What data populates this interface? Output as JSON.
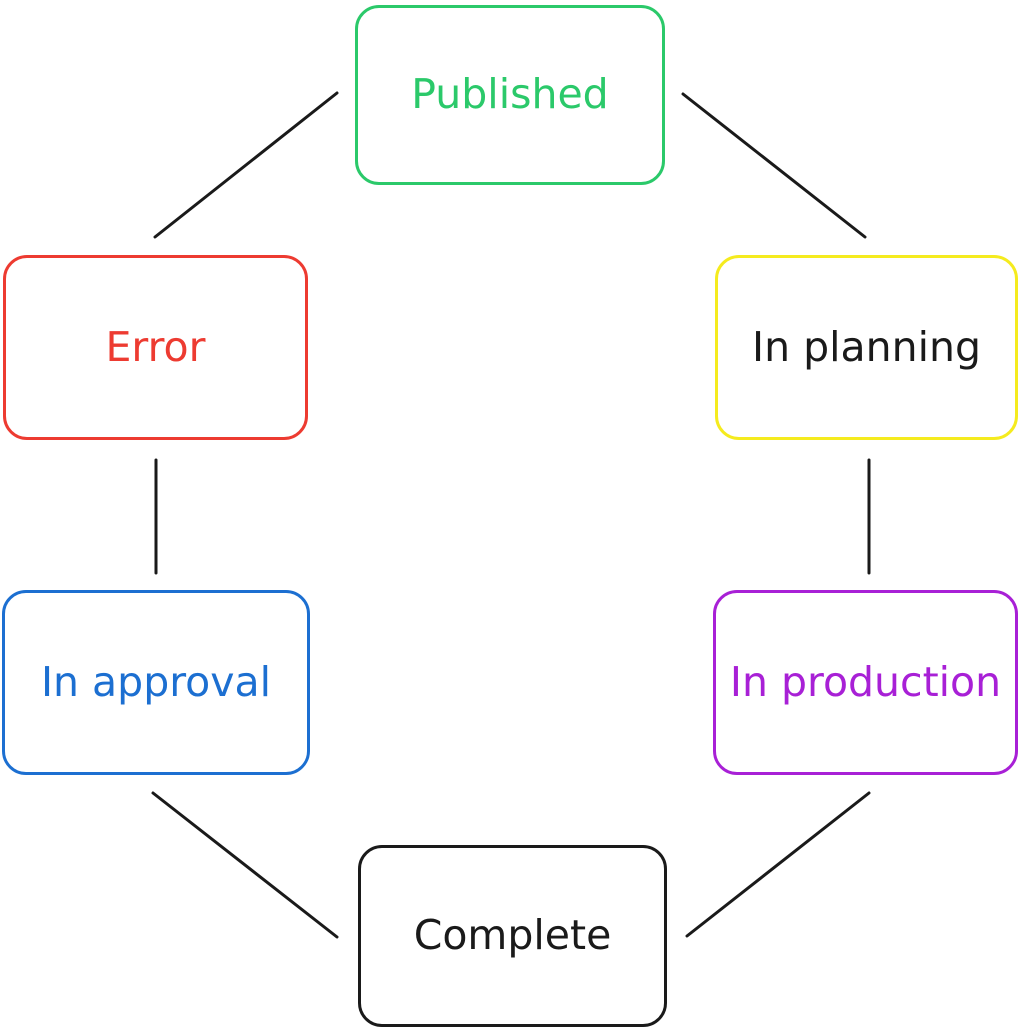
{
  "diagram": {
    "type": "flowchart-cycle",
    "background": "#ffffff",
    "edge_color": "#1a1a1a",
    "edge_width": 3,
    "nodes": [
      {
        "id": "published",
        "label": "Published",
        "color": "#2bc96a",
        "text_color": "#2bc96a"
      },
      {
        "id": "in-planning",
        "label": "In planning",
        "color": "#f5eb1e",
        "text_color": "#1a1a1a"
      },
      {
        "id": "in-production",
        "label": "In production",
        "color": "#a820d6",
        "text_color": "#a820d6"
      },
      {
        "id": "complete",
        "label": "Complete",
        "color": "#1a1a1a",
        "text_color": "#1a1a1a"
      },
      {
        "id": "in-approval",
        "label": "In approval",
        "color": "#1c6fd1",
        "text_color": "#1c6fd1"
      },
      {
        "id": "error",
        "label": "Error",
        "color": "#ed3b31",
        "text_color": "#ed3b31"
      }
    ],
    "edges": [
      {
        "from": "published",
        "to": "in-planning"
      },
      {
        "from": "in-planning",
        "to": "in-production"
      },
      {
        "from": "in-production",
        "to": "complete"
      },
      {
        "from": "complete",
        "to": "in-approval"
      },
      {
        "from": "in-approval",
        "to": "error"
      },
      {
        "from": "error",
        "to": "published"
      }
    ]
  }
}
